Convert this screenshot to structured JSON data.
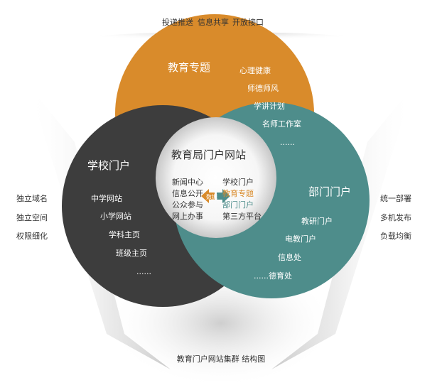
{
  "top_links": [
    "投递推送",
    "信息共享",
    "开放接口"
  ],
  "left_features": [
    "独立域名",
    "独立空间",
    "权限细化"
  ],
  "right_features": [
    "统一部署",
    "多机发布",
    "负载均衡"
  ],
  "orange_circle": {
    "title": "教育专题",
    "items": [
      "心理健康",
      "师德师风",
      "学讲计划",
      "名师工作室",
      "......"
    ],
    "color": "#d98b2b"
  },
  "dark_circle": {
    "title": "学校门户",
    "items": [
      "中学网站",
      "小学网站",
      "学科主页",
      "班级主页",
      "......"
    ],
    "color": "#3d3d3d"
  },
  "teal_circle": {
    "title": "部门门户",
    "items": [
      "教研门户",
      "电教门户",
      "信息处",
      "......德育处"
    ],
    "color": "#4e8d8b"
  },
  "center": {
    "title": "教育局门户网站",
    "left_items": [
      "新闻中心",
      "信息公开",
      "公众参与",
      "网上办事"
    ],
    "right_items": [
      "学校门户",
      "教育专题",
      "部门门户",
      "第三方平台"
    ],
    "hub_label": "数据",
    "highlight_orange": "#d98b2b",
    "highlight_teal": "#4e8d8b"
  },
  "caption": "教育门户网站集群 结构图"
}
